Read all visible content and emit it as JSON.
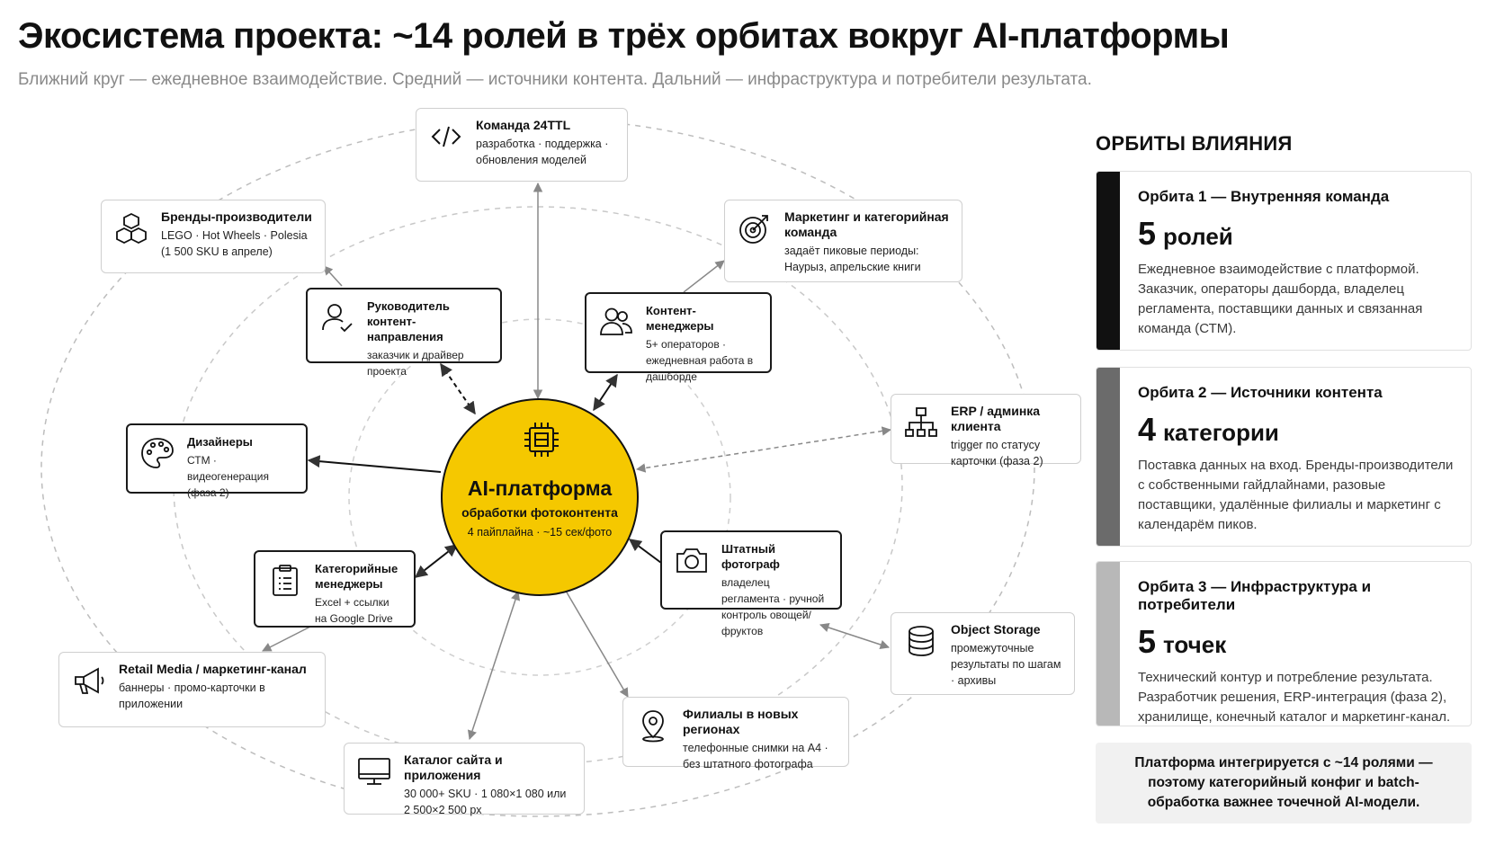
{
  "title": "Экосистема проекта: ~14 ролей в трёх орбитах вокруг AI-платформы",
  "subtitle": "Ближний круг — ежедневное взаимодействие. Средний — источники контента. Дальний — инфраструктура и потребители результата.",
  "colors": {
    "accent": "#f5c800",
    "orbit1": "#111111",
    "orbit2": "#6b6b6b",
    "orbit3": "#b8b8b8"
  },
  "hub": {
    "icon": "chip-icon",
    "title": "AI-платформа",
    "subtitle": "обработки фотоконтента",
    "meta": "4 пайплайна · ~15 сек/фото"
  },
  "nodes": {
    "team24ttl": {
      "icon": "code-icon",
      "title": "Команда 24TTL",
      "desc": "разработка · поддержка · обновления моделей"
    },
    "brands": {
      "icon": "cubes-icon",
      "title": "Бренды-производители",
      "desc": "LEGO · Hot Wheels · Polesia (1 500 SKU в апреле)"
    },
    "marketing": {
      "icon": "target-icon",
      "title": "Маркетинг и категорийная команда",
      "desc": "задаёт пиковые периоды: Наурыз, апрельские книги"
    },
    "head": {
      "icon": "user-check-icon",
      "title": "Руководитель контент-направления",
      "desc": "заказчик и драйвер проекта"
    },
    "content_managers": {
      "icon": "users-icon",
      "title": "Контент-менеджеры",
      "desc": "5+ операторов · ежедневная работа в дашборде"
    },
    "designers": {
      "icon": "palette-icon",
      "title": "Дизайнеры",
      "desc": "СТМ · видеогенерация (фаза 2)"
    },
    "erp": {
      "icon": "hierarchy-icon",
      "title": "ERP / админка клиента",
      "desc": "trigger по статусу карточки (фаза 2)"
    },
    "category_managers": {
      "icon": "clipboard-icon",
      "title": "Категорийные менеджеры",
      "desc": "Excel + ссылки на Google Drive"
    },
    "photographer": {
      "icon": "camera-icon",
      "title": "Штатный фотограф",
      "desc": "владелец регламента · ручной контроль овощей/фруктов"
    },
    "retail_media": {
      "icon": "megaphone-icon",
      "title": "Retail Media / маркетинг-канал",
      "desc": "баннеры · промо-карточки в приложении"
    },
    "storage": {
      "icon": "database-icon",
      "title": "Object Storage",
      "desc": "промежуточные результаты по шагам · архивы"
    },
    "branches": {
      "icon": "pin-icon",
      "title": "Филиалы в новых регионах",
      "desc": "телефонные снимки на А4 · без штатного фотографа"
    },
    "catalog": {
      "icon": "monitor-icon",
      "title": "Каталог сайта и приложения",
      "desc": "30 000+ SKU · 1 080×1 080 или 2 500×2 500 px"
    }
  },
  "panel": {
    "heading": "ОРБИТЫ ВЛИЯНИЯ",
    "orbits": [
      {
        "title": "Орбита 1 — Внутренняя команда",
        "count": "5",
        "unit": "ролей",
        "desc": "Ежедневное взаимодействие с платформой. Заказчик, операторы дашборда, владелец регламента, поставщики данных и связанная команда (СТМ)."
      },
      {
        "title": "Орбита 2 — Источники контента",
        "count": "4",
        "unit": "категории",
        "desc": "Поставка данных на вход. Бренды-производители с собственными гайдлайнами, разовые поставщики, удалённые филиалы и маркетинг с календарём пиков."
      },
      {
        "title": "Орбита 3 — Инфраструктура и потребители",
        "count": "5",
        "unit": "точек",
        "desc": "Технический контур и потребление результата. Разработчик решения, ERP-интеграция (фаза 2), хранилище, конечный каталог и маркетинг-канал."
      }
    ],
    "footer": "Платформа интегрируется с ~14 ролями — поэтому категорийный конфиг и batch-обработка важнее точечной AI-модели."
  }
}
